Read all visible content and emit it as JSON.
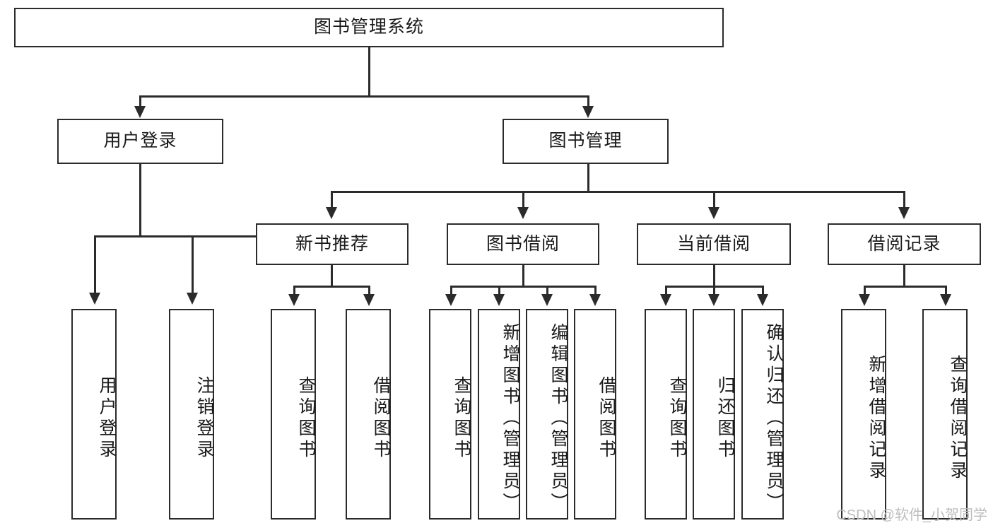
{
  "diagram": {
    "type": "tree-hierarchy",
    "title": "图书管理系统",
    "watermark": "CSDN @软件_小贺同学",
    "colors": {
      "stroke": "#2b2b2b",
      "fill": "#ffffff",
      "text": "#1a1a1a",
      "watermark": "#bdbdbd"
    },
    "levels": {
      "level1": [
        {
          "label": "图书管理系统"
        }
      ],
      "level2": [
        {
          "label": "用户登录"
        },
        {
          "label": "图书管理"
        }
      ],
      "level3": [
        {
          "label": "新书推荐"
        },
        {
          "label": "图书借阅"
        },
        {
          "label": "当前借阅"
        },
        {
          "label": "借阅记录"
        }
      ],
      "level4": [
        {
          "label": "用户登录",
          "parent": "用户登录"
        },
        {
          "label": "注销登录",
          "parent": "用户登录"
        },
        {
          "label": "查询图书",
          "parent": "新书推荐"
        },
        {
          "label": "借阅图书",
          "parent": "新书推荐"
        },
        {
          "label": "查询图书",
          "parent": "图书借阅"
        },
        {
          "label": "新增图书（管理员）",
          "parent": "图书借阅"
        },
        {
          "label": "编辑图书（管理员）",
          "parent": "图书借阅"
        },
        {
          "label": "借阅图书",
          "parent": "图书借阅"
        },
        {
          "label": "查询图书",
          "parent": "当前借阅"
        },
        {
          "label": "归还图书",
          "parent": "当前借阅"
        },
        {
          "label": "确认归还（管理员）",
          "parent": "当前借阅"
        },
        {
          "label": "新增借阅记录",
          "parent": "借阅记录"
        },
        {
          "label": "查询借阅记录",
          "parent": "借阅记录"
        }
      ]
    }
  }
}
